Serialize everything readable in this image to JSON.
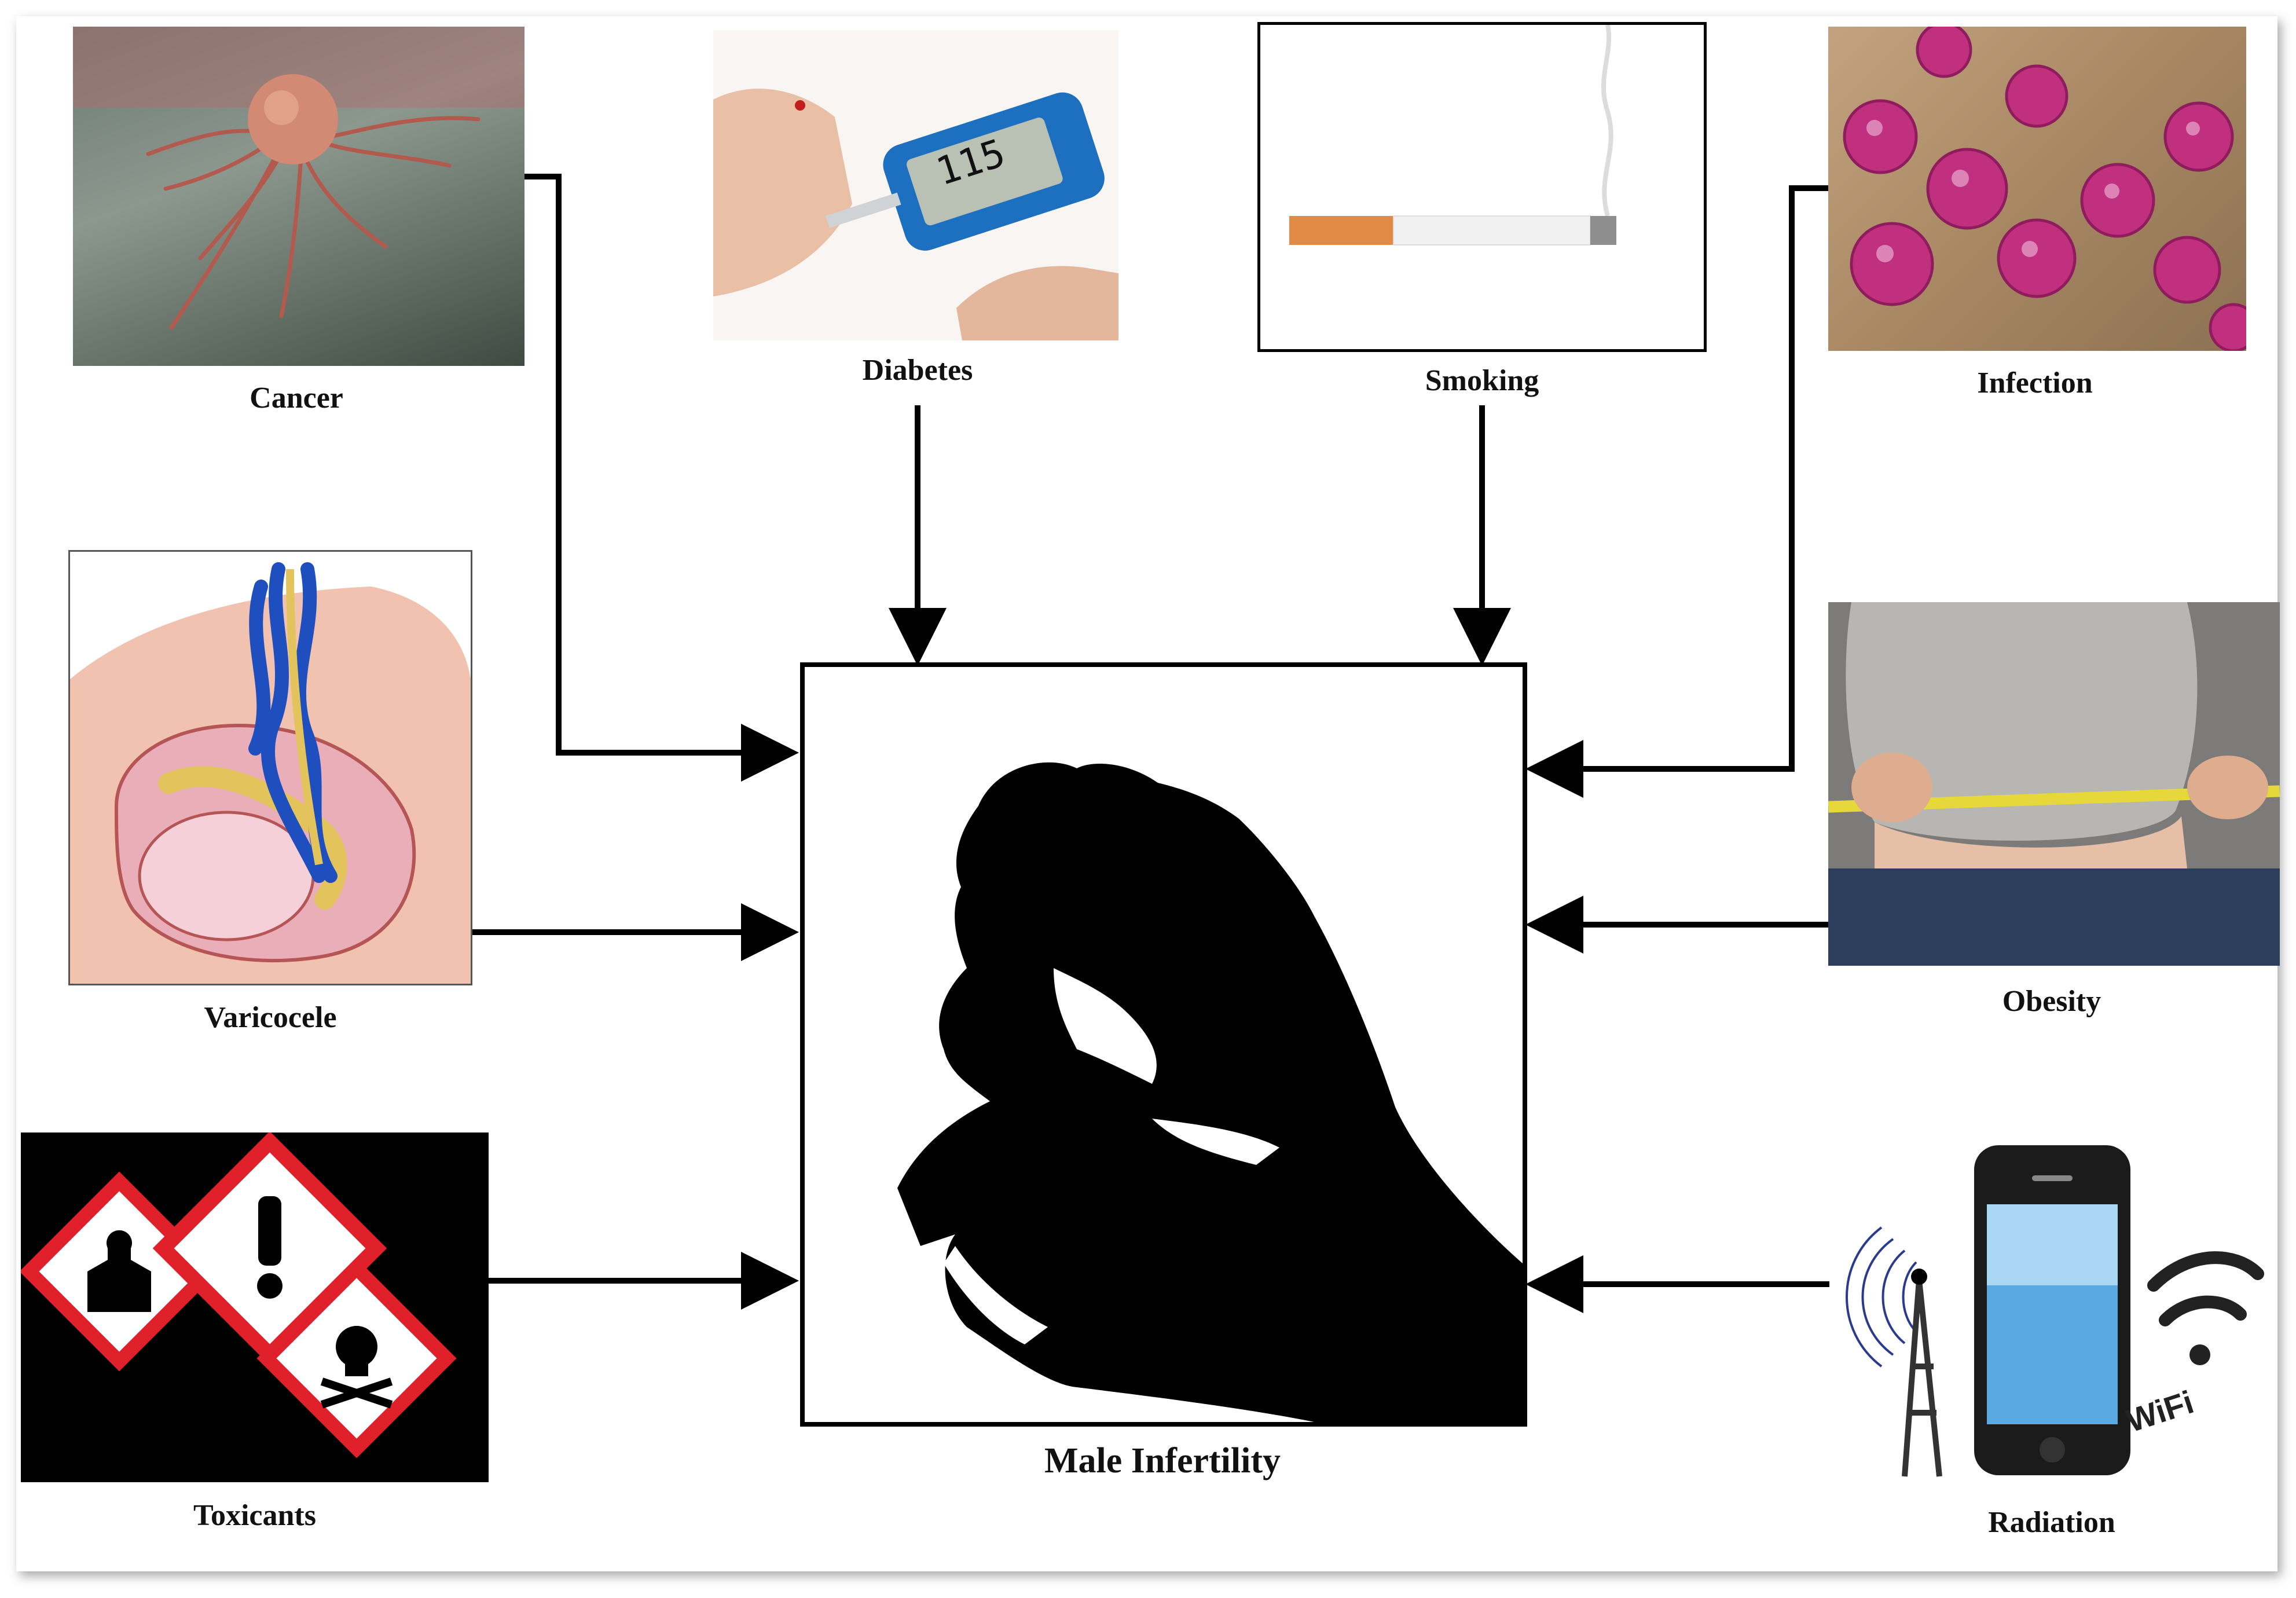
{
  "center": {
    "title": "Male Infertility"
  },
  "factors": {
    "cancer": "Cancer",
    "diabetes": "Diabetes",
    "smoking": "Smoking",
    "infection": "Infection",
    "varicocele": "Varicocele",
    "obesity": "Obesity",
    "toxicants": "Toxicants",
    "radiation": "Radiation"
  },
  "glucometer_reading": "115",
  "wifi_text": "WiFi",
  "colors": {
    "arrow": "#000000",
    "silhouette": "#000000",
    "hazard_red": "#e0202a",
    "virus_pink": "#c0307e",
    "vein_blue": "#1f4fbf",
    "skin": "#f2c2b0"
  }
}
